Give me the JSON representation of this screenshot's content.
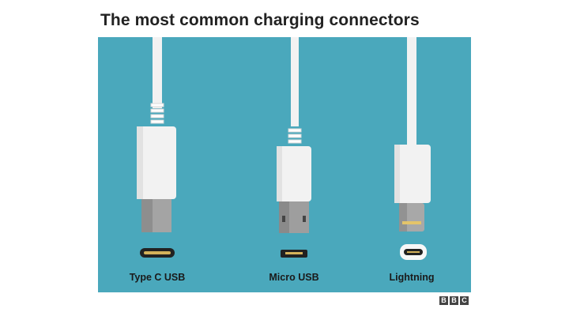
{
  "title": "The most common charging connectors",
  "colors": {
    "panel_background": "#4aa8bc",
    "cable_white": "#f2f2f2",
    "metal_grey": "#9b9b9b",
    "port_dark": "#222222"
  },
  "connectors": [
    {
      "label": "Type C USB",
      "icon": "type-c-plug"
    },
    {
      "label": "Micro USB",
      "icon": "micro-usb-plug"
    },
    {
      "label": "Lightning",
      "icon": "lightning-plug"
    }
  ],
  "logo": {
    "letters": [
      "B",
      "B",
      "C"
    ]
  }
}
